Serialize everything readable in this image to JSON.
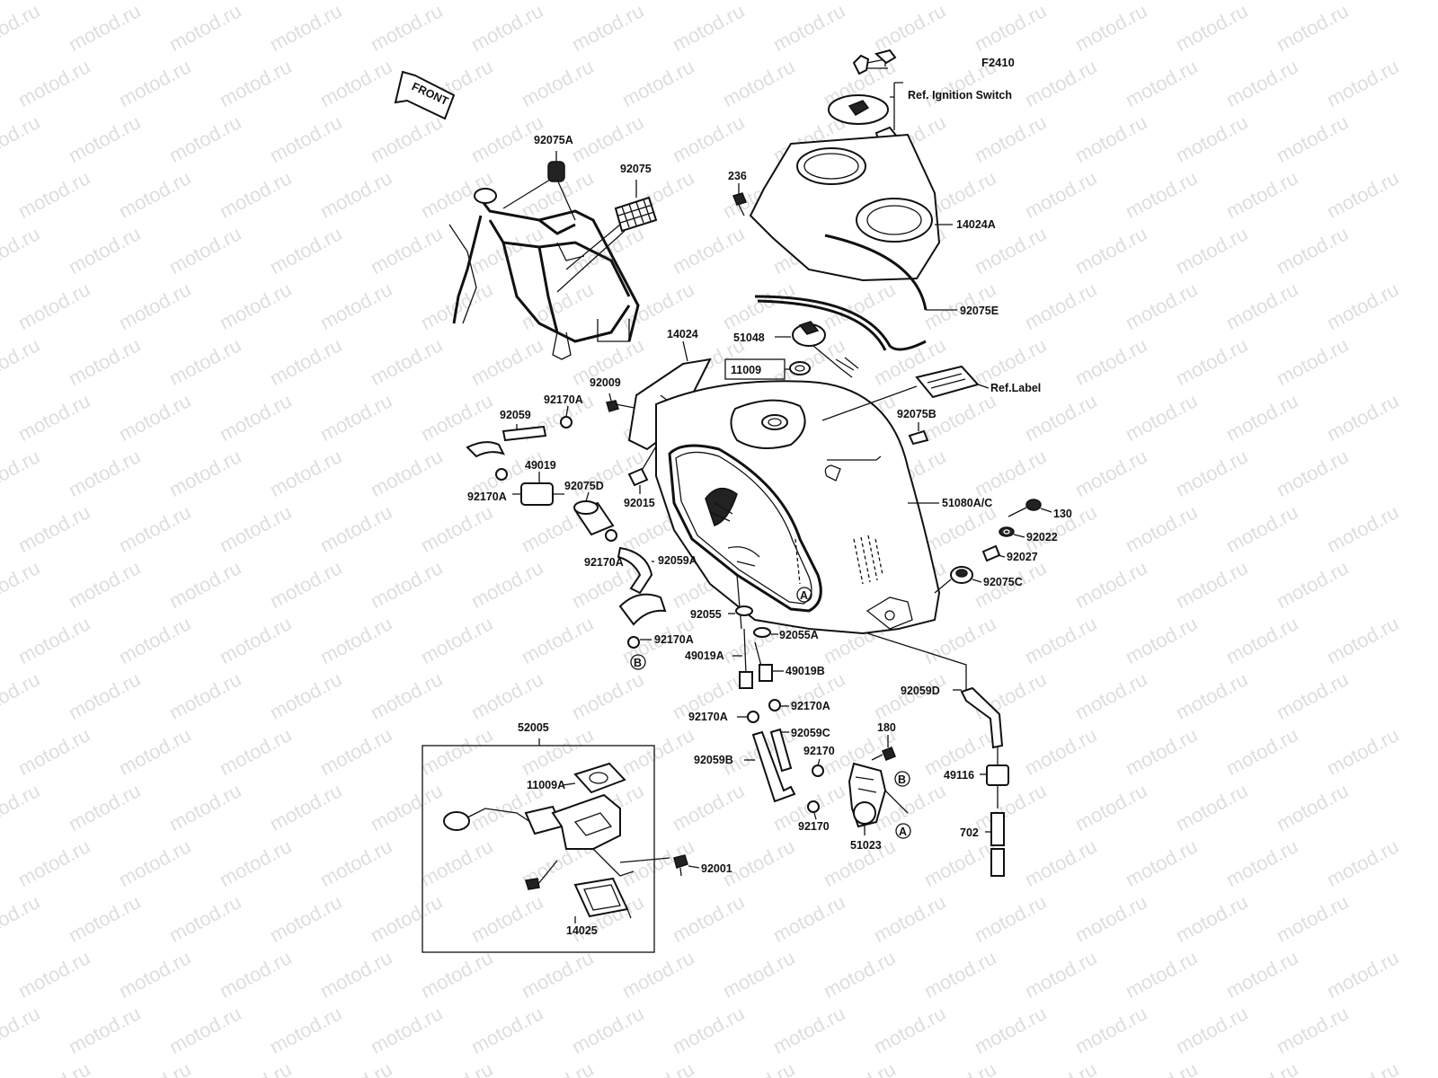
{
  "diagram_code": "F2410",
  "front_label": "FRONT",
  "watermark": "motod.ru",
  "callouts": {
    "a": "A",
    "b": "B"
  },
  "parts": {
    "p92075A": "92075A",
    "p92075": "92075",
    "p236": "236",
    "p14024A": "14024A",
    "p92075E": "92075E",
    "p51048": "51048",
    "p11009": "11009",
    "ref_ignition": "Ref. Ignition Switch",
    "ref_label": "Ref.Label",
    "p14024": "14024",
    "p92009": "92009",
    "p92170A_1": "92170A",
    "p92059": "92059",
    "p49019": "49019",
    "p92170A_2": "92170A",
    "p92075D": "92075D",
    "p92015": "92015",
    "p92075B": "92075B",
    "p51080AC": "51080A/C",
    "p130": "130",
    "p92022": "92022",
    "p92027": "92027",
    "p92075C": "92075C",
    "p92170A_3": "92170A",
    "p92059A": "92059A",
    "p92055": "92055",
    "p92055A": "92055A",
    "p92170A_4": "92170A",
    "p49019A": "49019A",
    "p49019B": "49019B",
    "p92059D": "92059D",
    "p92170A_5": "92170A",
    "p92170A_6": "92170A",
    "p92059C": "92059C",
    "p180": "180",
    "p92059B": "92059B",
    "p92170_1": "92170",
    "p52005": "52005",
    "p11009A": "11009A",
    "p49116": "49116",
    "p92170_2": "92170",
    "p51023": "51023",
    "p702": "702",
    "p92001": "92001",
    "p14025": "14025"
  }
}
